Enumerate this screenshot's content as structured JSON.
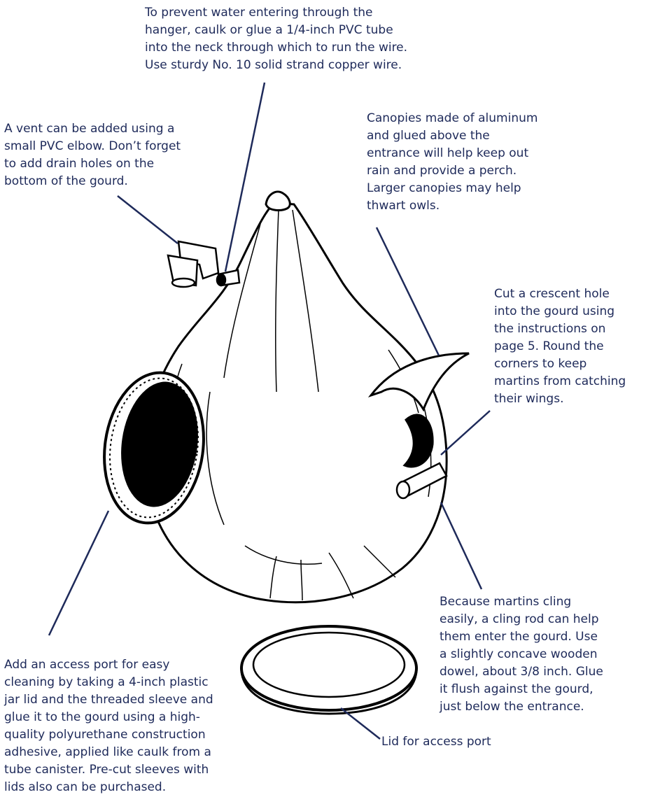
{
  "labels": {
    "hanger": "To prevent water entering through the\nhanger, caulk or glue a 1/4-inch PVC tube\ninto the neck through which to run the wire.\nUse sturdy No. 10 solid strand copper wire.",
    "vent": "A vent can be added using a\nsmall PVC elbow. Don’t forget\nto add drain holes on the\nbottom of the gourd.",
    "canopy": "Canopies made of aluminum\nand glued above the\nentrance will help keep out\nrain and provide a perch.\nLarger canopies may help\nthwart owls.",
    "crescent": "Cut a crescent hole\ninto the gourd using\nthe instructions on\npage 5. Round the\ncorners to keep\nmartins from catching\ntheir wings.",
    "cling_rod": "Because martins cling\neasily, a cling rod can help\nthem enter the gourd. Use\na slightly concave wooden\ndowel, about 3/8 inch. Glue\nit flush against the gourd,\njust below the entrance.",
    "access_port": "Add an access port for easy\ncleaning by taking a 4-inch plastic\njar lid and the threaded sleeve and\nglue it to the gourd using a high-\nquality polyurethane construction\nadhesive, applied like caulk from a\ntube canister. Pre-cut sleeves with\nlids also can be purchased.",
    "lid": "Lid for access port"
  },
  "colors": {
    "text": "#1e2a5a",
    "leader": "#1e2a5a",
    "ink": "#000000"
  }
}
